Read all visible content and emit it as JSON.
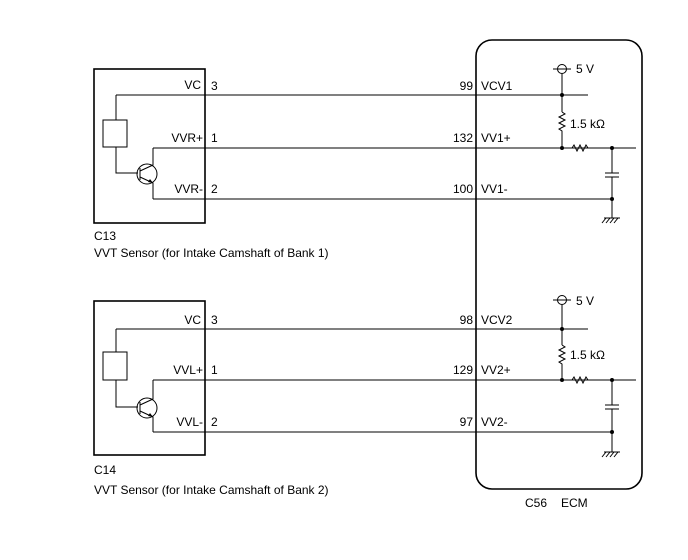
{
  "sensor1": {
    "connector": "C13",
    "caption": "VVT Sensor (for Intake Camshaft of Bank 1)",
    "pins": [
      {
        "name": "VC",
        "num": "3",
        "ecm_pin": "99",
        "ecm_name": "VCV1"
      },
      {
        "name": "VVR+",
        "num": "1",
        "ecm_pin": "132",
        "ecm_name": "VV1+"
      },
      {
        "name": "VVR-",
        "num": "2",
        "ecm_pin": "100",
        "ecm_name": "VV1-"
      }
    ]
  },
  "sensor2": {
    "connector": "C14",
    "caption": "VVT Sensor (for Intake Camshaft of Bank 2)",
    "pins": [
      {
        "name": "VC",
        "num": "3",
        "ecm_pin": "98",
        "ecm_name": "VCV2"
      },
      {
        "name": "VVL+",
        "num": "1",
        "ecm_pin": "129",
        "ecm_name": "VV2+"
      },
      {
        "name": "VVL-",
        "num": "2",
        "ecm_pin": "97",
        "ecm_name": "VV2-"
      }
    ]
  },
  "ecm": {
    "connector": "C56",
    "name": "ECM",
    "supply_label": "5 V",
    "resistor_label": "1.5 kΩ"
  }
}
